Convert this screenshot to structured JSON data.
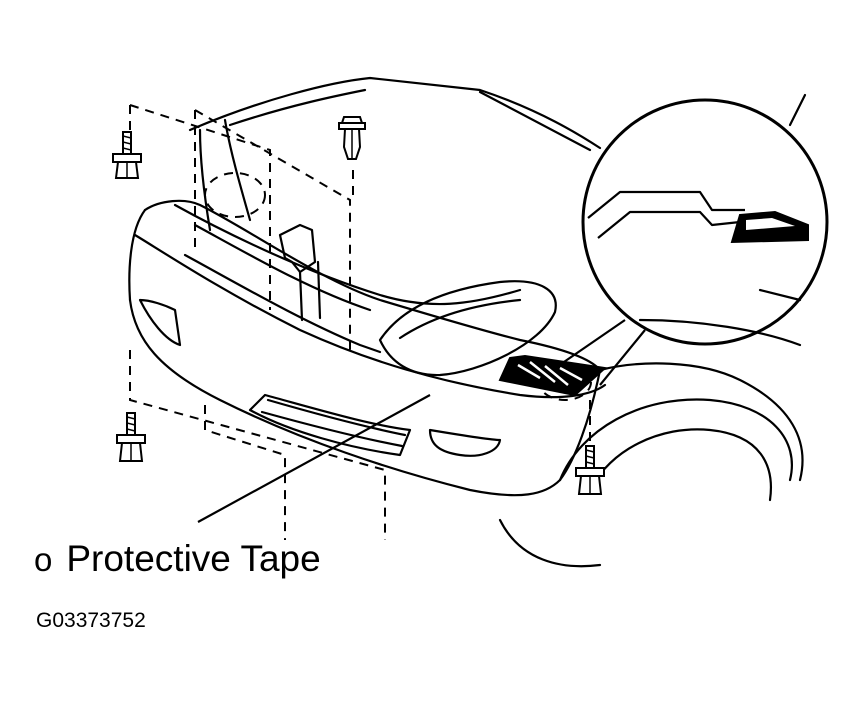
{
  "callout": {
    "marker": "o",
    "label": "Protective Tape"
  },
  "figure_id": "G03373752",
  "colors": {
    "line": "#000000",
    "background": "#ffffff"
  }
}
